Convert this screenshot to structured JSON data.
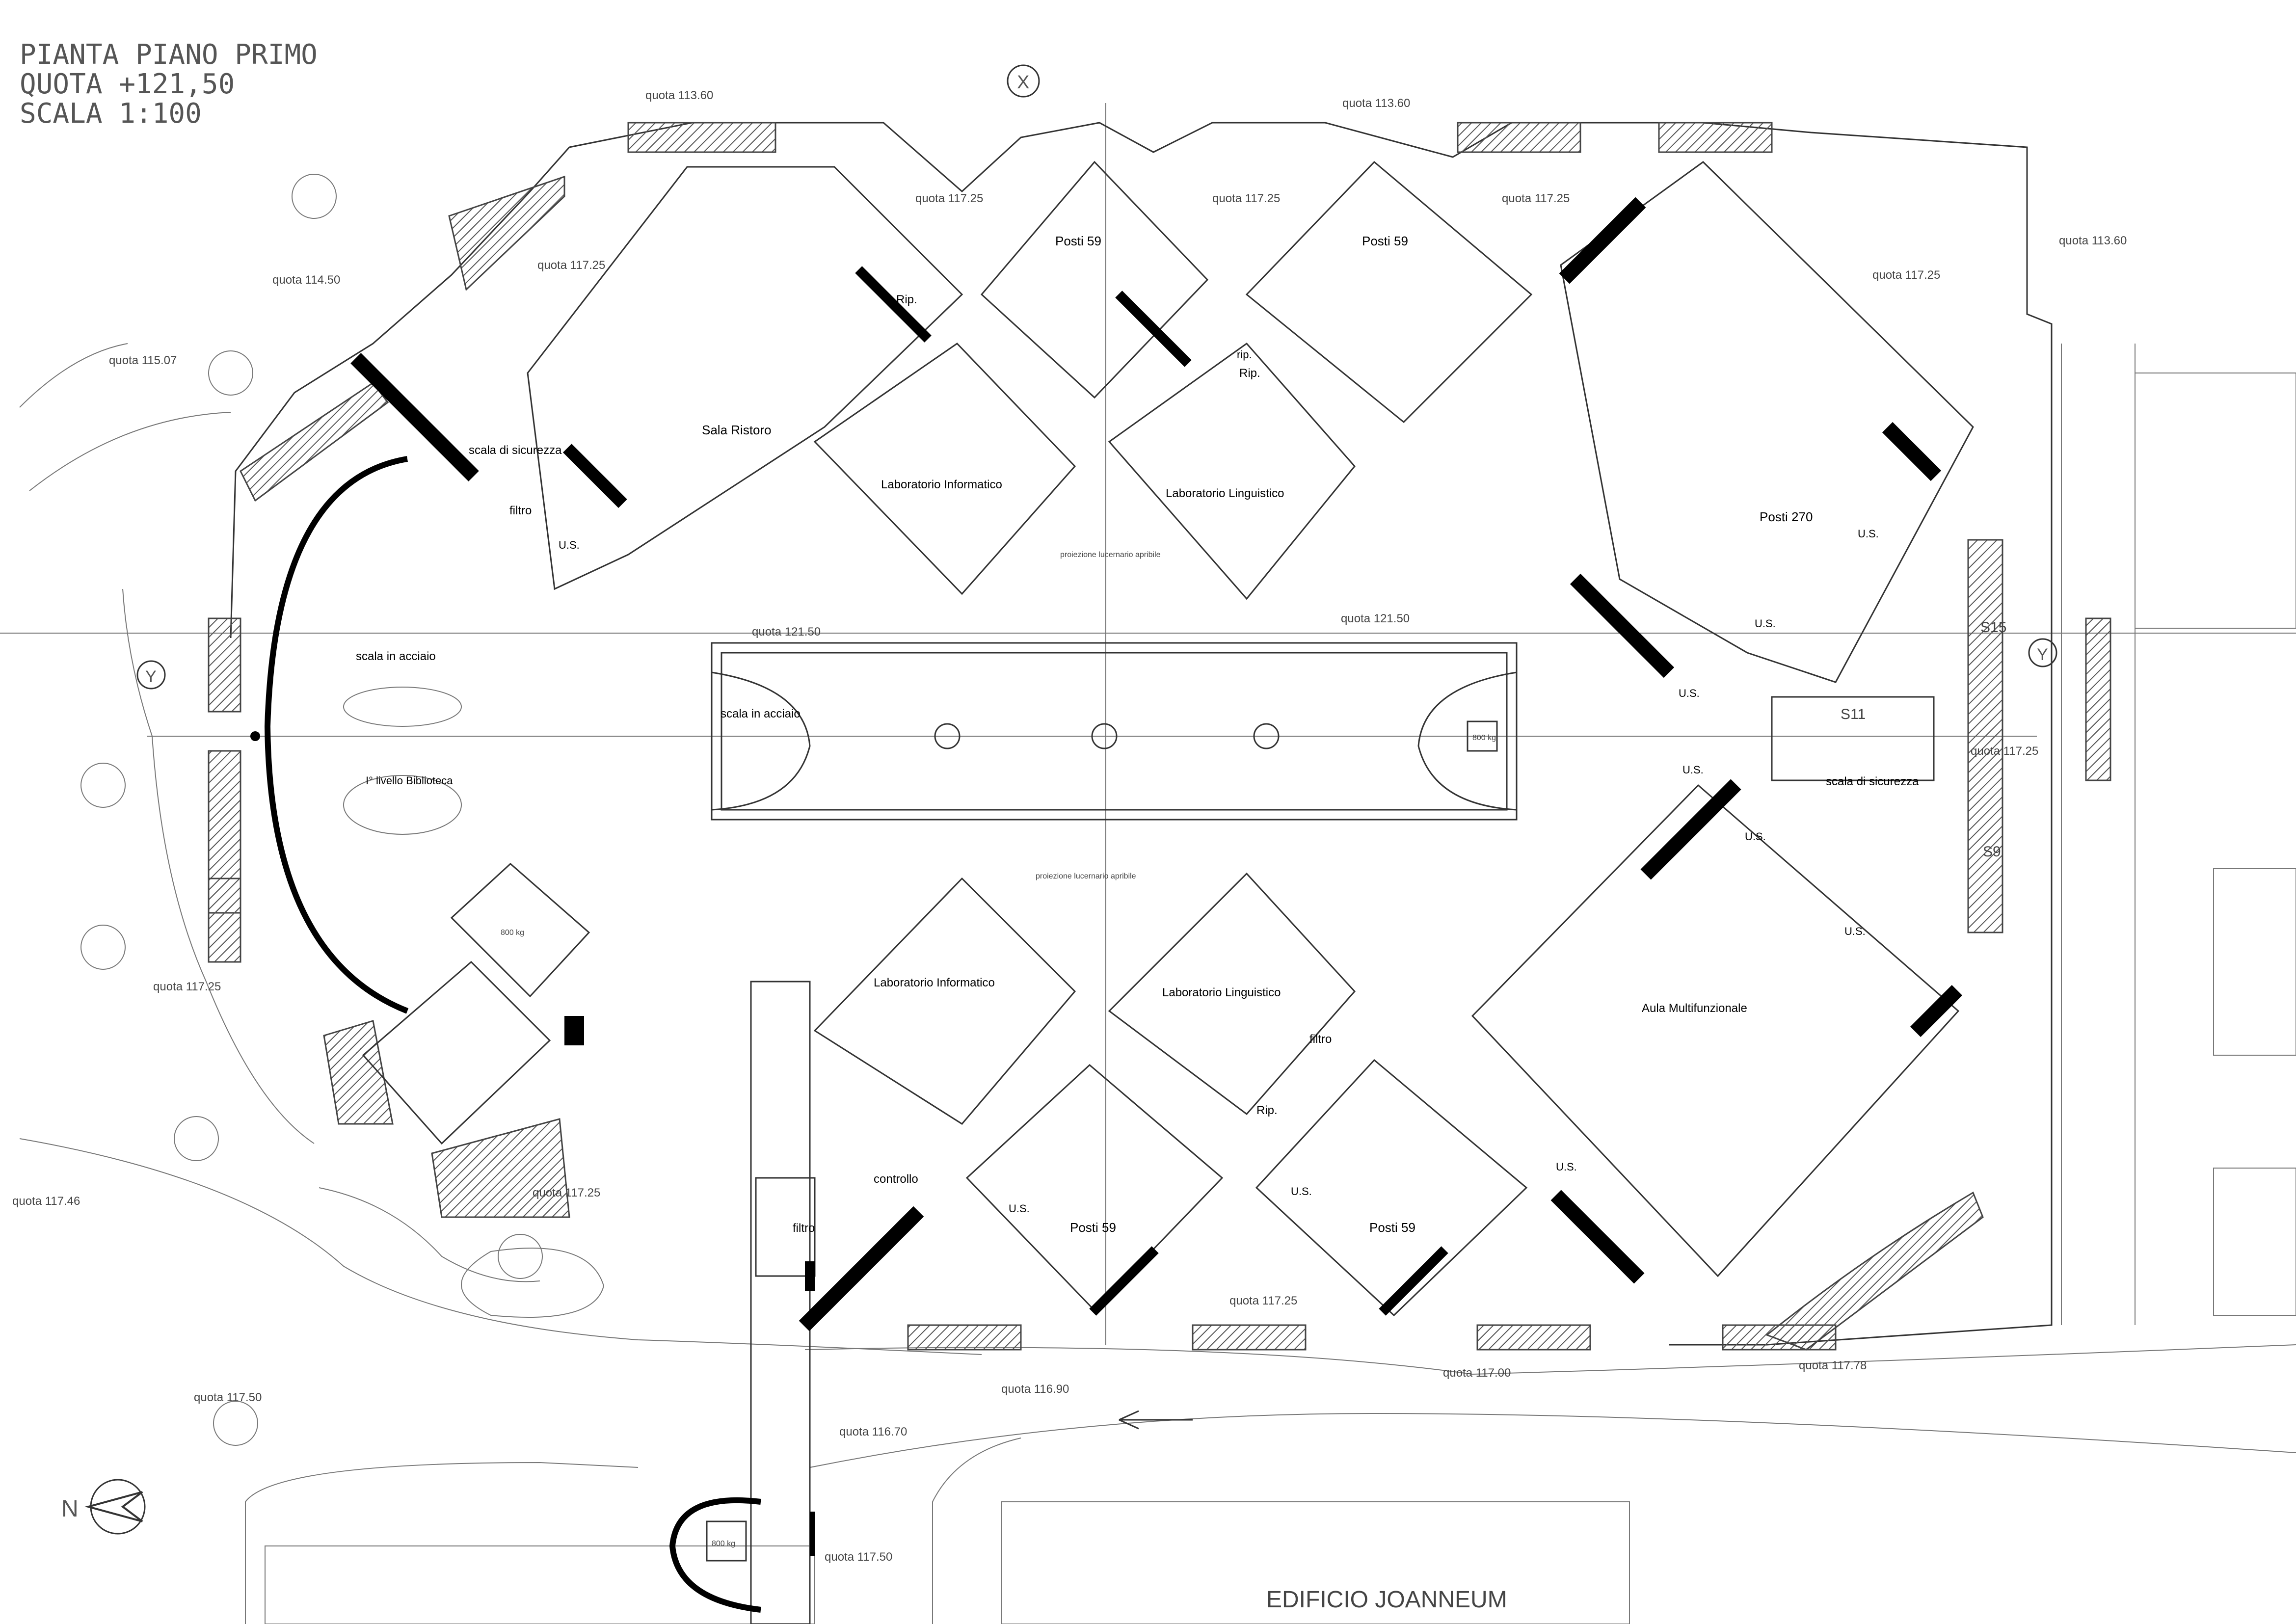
{
  "title_block": {
    "line1": "PIANTA PIANO PRIMO",
    "line2": "QUOTA +121,50",
    "line3": "SCALA 1:100"
  },
  "axes": {
    "x": "X",
    "y": "Y",
    "north": "N"
  },
  "rooms": {
    "sala_ristoro": "Sala Ristoro",
    "rip_1": "Rip.",
    "rip_2": "Rip.",
    "rip_3": "Rip.",
    "rip_small": "rip.",
    "posti59_tl": "Posti 59",
    "posti59_tr": "Posti 59",
    "posti59_bl": "Posti 59",
    "posti59_br": "Posti 59",
    "posti270": "Posti 270",
    "lab_inf_top": "Laboratorio Informatico",
    "lab_ling_top": "Laboratorio Linguistico",
    "lab_inf_bottom": "Laboratorio Informatico",
    "lab_ling_bottom": "Laboratorio Linguistico",
    "scala_sicurezza_left": "scala di sicurezza",
    "scala_sicurezza_right": "scala di sicurezza",
    "filtro_1": "filtro",
    "filtro_2": "filtro",
    "filtro_3": "filtro",
    "scala_acciaio_1": "scala in acciaio",
    "scala_acciaio_2": "scala in acciaio",
    "biblioteca": "I° livello Biblioteca",
    "aula": "Aula Multifunzionale",
    "controllo": "controllo",
    "us_labels": [
      "U.S.",
      "U.S.",
      "U.S.",
      "U.S.",
      "U.S.",
      "U.S.",
      "U.S.",
      "U.S.",
      "U.S.",
      "U.S."
    ],
    "edificio": "EDIFICIO JOANNEUM",
    "proiezione": "proiezione lucernario apribile",
    "lift": "800 kg"
  },
  "levels": {
    "q113_60_a": "quota 113.60",
    "q113_60_b": "quota 113.60",
    "q113_60_c": "quota 113.60",
    "q114_50": "quota 114.50",
    "q115_07": "quota 115.07",
    "q117_25_a": "quota 117.25",
    "q117_25_b": "quota 117.25",
    "q117_25_c": "quota 117.25",
    "q117_25_d": "quota 117.25",
    "q117_25_e": "quota 117.25",
    "q117_25_f": "quota 117.25",
    "q117_25_g": "quota 117.25",
    "q117_25_h": "quota 117.25",
    "q117_25_i": "quota 117.25",
    "q121_50_a": "quota 121.50",
    "q121_50_b": "quota 121.50",
    "q117_46": "quota 117.46",
    "q117_50_a": "quota 117.50",
    "q117_50_b": "quota 117.50",
    "q116_90": "quota 116.90",
    "q116_70": "quota 116.70",
    "q117_00": "quota 117.00",
    "q117_78": "quota 117.78"
  },
  "stair_tags": {
    "s15": "S15",
    "s11": "S11",
    "s9": "S9"
  }
}
